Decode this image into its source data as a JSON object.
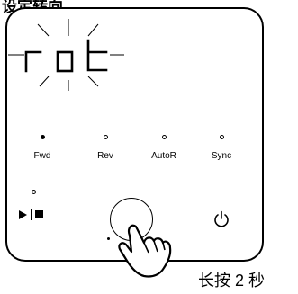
{
  "heading_text": "设定转向",
  "display": {
    "text": "rot"
  },
  "modes": [
    {
      "label": "Fwd",
      "active": true
    },
    {
      "label": "Rev",
      "active": false
    },
    {
      "label": "AutoR",
      "active": false
    },
    {
      "label": "Sync",
      "active": false
    }
  ],
  "caption": "长按 2 秒",
  "icons": {
    "play_stop": "play-stop-icon",
    "power": "power-icon",
    "hand": "pointing-hand-icon"
  }
}
